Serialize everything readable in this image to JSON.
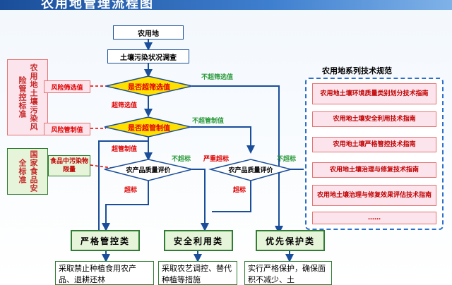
{
  "header": {
    "title": "农用地管理流程图"
  },
  "flow": {
    "start": "农用地",
    "survey": "土壤污染状况调查",
    "decision1": "是否超筛选值",
    "decision2": "是否超管制值",
    "eval_left": "农产品质量评价",
    "eval_right": "农产品质量评价"
  },
  "labels": {
    "not_exceed_screen": "不超筛选值",
    "exceed_screen": "超筛选值",
    "not_exceed_control": "不超管制值",
    "exceed_control": "超管制值",
    "not_exceed_mid": "不超标",
    "severe_exceed": "严重超标",
    "not_exceed_right": "不超标",
    "exceed_left": "超标",
    "exceed_right": "超标"
  },
  "left_panel": {
    "risk_group_title": "农用地土壤污染风险管控标准",
    "risk_screen": "风险筛选值",
    "risk_control": "风险管制值",
    "food_group_title": "国家食品安全标准",
    "food_limit": "食品中污染物限量"
  },
  "categories": {
    "strict": "严格管控类",
    "safe": "安全利用类",
    "priority": "优先保护类"
  },
  "descriptions": {
    "strict": "采取禁止种植食用农产品、退耕还林",
    "safe": "采取农艺调控、替代种植等措施",
    "priority": "实行严格保护，确保面积不减少、土"
  },
  "spec_panel": {
    "title": "农用地系列技术规范",
    "items": [
      "农用地土壤环境质量类别划分技术指南",
      "农用地土壤安全利用技术指南",
      "农用地土壤严格管控技术指南",
      "农用地土壤治理与修复技术指南",
      "农用地土壤治理与修复效果评估技术指南",
      "……"
    ]
  },
  "colors": {
    "banner": "#1a4e9a",
    "decision_fill": "#ffe000",
    "arrow": "#1a4e9a",
    "red_text": "#e00000",
    "green_text": "#2a9a3a"
  }
}
